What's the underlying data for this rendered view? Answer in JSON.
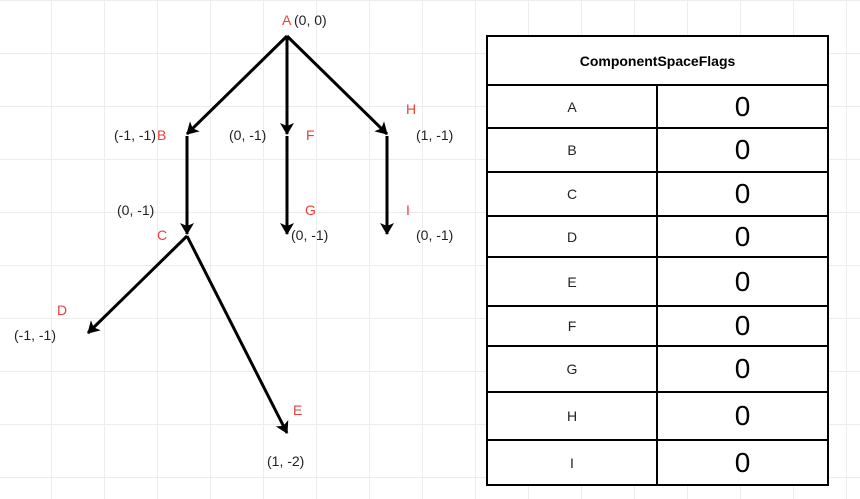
{
  "colors": {
    "node_label": "#e8403a",
    "coord_label": "#222222",
    "edge": "#000000",
    "grid": "#ececec"
  },
  "tree": {
    "nodes": [
      {
        "id": "A",
        "label": "A",
        "coord": "(0, 0)"
      },
      {
        "id": "B",
        "label": "B",
        "coord": "(-1, -1)"
      },
      {
        "id": "C",
        "label": "C",
        "coord": "(0, -1)"
      },
      {
        "id": "D",
        "label": "D",
        "coord": "(-1, -1)"
      },
      {
        "id": "E",
        "label": "E",
        "coord": "(1, -2)"
      },
      {
        "id": "F",
        "label": "F",
        "coord": "(0, -1)"
      },
      {
        "id": "G",
        "label": "G",
        "coord": "(0, -1)"
      },
      {
        "id": "H",
        "label": "H",
        "coord": "(1, -1)"
      },
      {
        "id": "I",
        "label": "I",
        "coord": "(0, -1)"
      }
    ],
    "edges": [
      {
        "from": "A",
        "to": "B"
      },
      {
        "from": "A",
        "to": "F"
      },
      {
        "from": "A",
        "to": "H"
      },
      {
        "from": "B",
        "to": "C"
      },
      {
        "from": "F",
        "to": "G"
      },
      {
        "from": "H",
        "to": "I"
      },
      {
        "from": "C",
        "to": "D"
      },
      {
        "from": "C",
        "to": "E"
      }
    ]
  },
  "table": {
    "title": "ComponentSpaceFlags",
    "rows": [
      {
        "name": "A",
        "flag": "0"
      },
      {
        "name": "B",
        "flag": "0"
      },
      {
        "name": "C",
        "flag": "0"
      },
      {
        "name": "D",
        "flag": "0"
      },
      {
        "name": "E",
        "flag": "0"
      },
      {
        "name": "F",
        "flag": "0"
      },
      {
        "name": "G",
        "flag": "0"
      },
      {
        "name": "H",
        "flag": "0"
      },
      {
        "name": "I",
        "flag": "0"
      }
    ]
  }
}
